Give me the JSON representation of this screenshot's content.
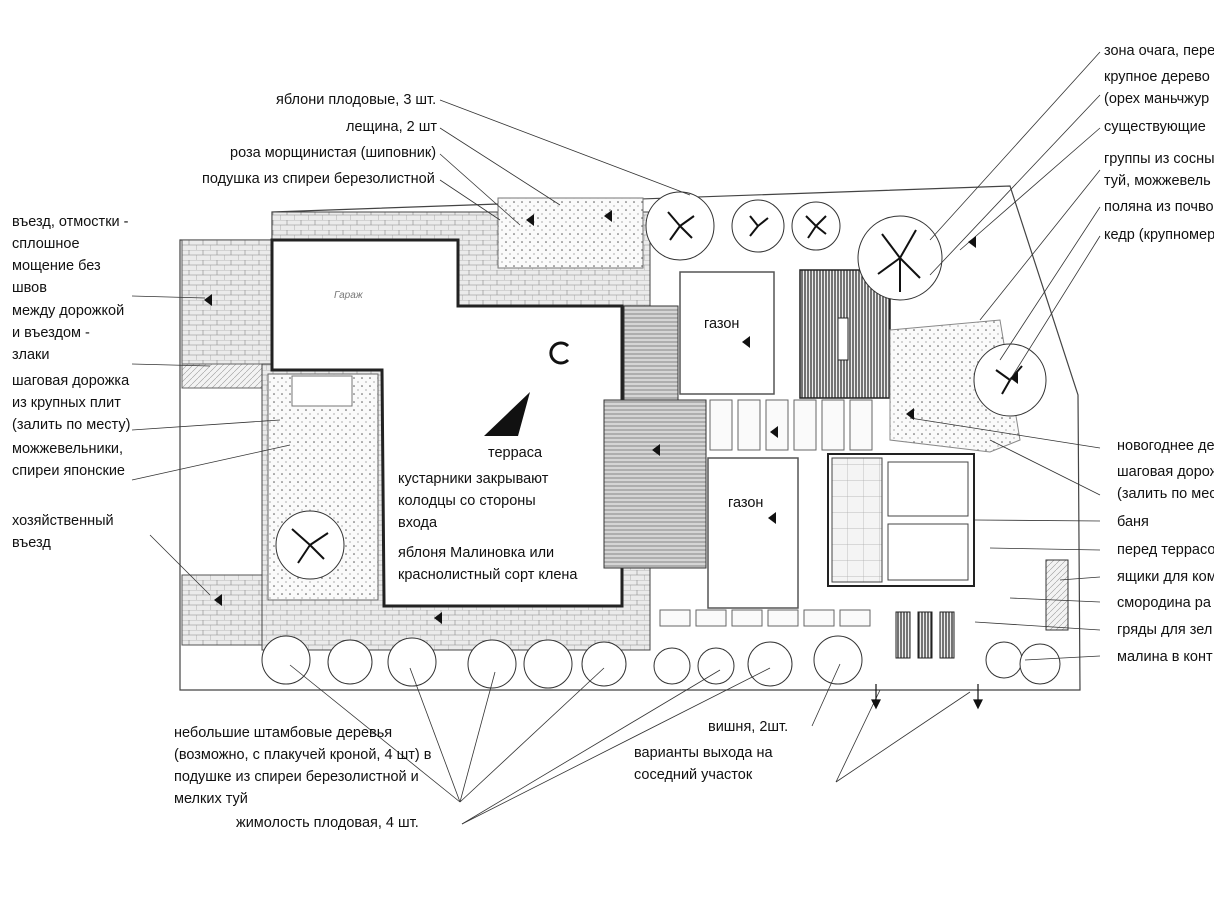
{
  "labels_left": {
    "apple_trees": "яблони плодовые, 3 шт.",
    "hazel": "лещина, 2 шт",
    "rosa_rugosa": "роза морщинистая (шиповник)",
    "spirea_cushion": "подушка из спиреи березолистной",
    "entry_paving": [
      "въезд, отмостки -",
      "сплошное",
      "мощение без",
      "швов"
    ],
    "between_path": [
      "между дорожкой",
      "и въездом -",
      "злаки"
    ],
    "stepping_path": [
      "шаговая дорожка",
      "из крупных плит",
      "(залить по месту)"
    ],
    "junipers": [
      "можжевельники,",
      "спиреи японские"
    ],
    "service_entry": [
      "хозяйственный",
      "въезд"
    ]
  },
  "labels_right": {
    "hearth_zone": "зона очага, пере",
    "large_tree": [
      "крупное дерево",
      "(орех маньчжур"
    ],
    "existing": "существующие",
    "pine_groups": [
      "группы из сосны",
      "туй, можжевель"
    ],
    "meadow": "поляна из почво",
    "cedar": "кедр (крупномер",
    "xmas_tree": "новогоднее де",
    "stepping_path2": [
      "шаговая дорож",
      "(залить по мест"
    ],
    "bath": "баня",
    "before_terrace": "перед террасо",
    "boxes": "ящики для ком",
    "currant": "смородина ра",
    "beds": "гряды для зел",
    "raspberry": "малина в конт"
  },
  "labels_bottom": {
    "standard_trees": [
      "небольшие штамбовые деревья",
      "(возможно, с плакучей кроной, 4 шт) в",
      "подушке из спиреи березолистной и",
      "мелких туй"
    ],
    "honeysuckle": "жимолость плодовая, 4 шт.",
    "cherry": "вишня, 2шт.",
    "exit_options": [
      "варианты выхода на",
      "соседний участок"
    ]
  },
  "plan_labels": {
    "garage": "Гараж",
    "terrace": "терраса",
    "shrubs_wells": [
      "кустарники закрывают",
      "колодцы со стороны",
      "входа"
    ],
    "apple_malinovka": [
      "яблоня Малиновка или",
      "краснолистный сорт клена"
    ],
    "lawn1": "газон",
    "lawn2": "газон"
  }
}
